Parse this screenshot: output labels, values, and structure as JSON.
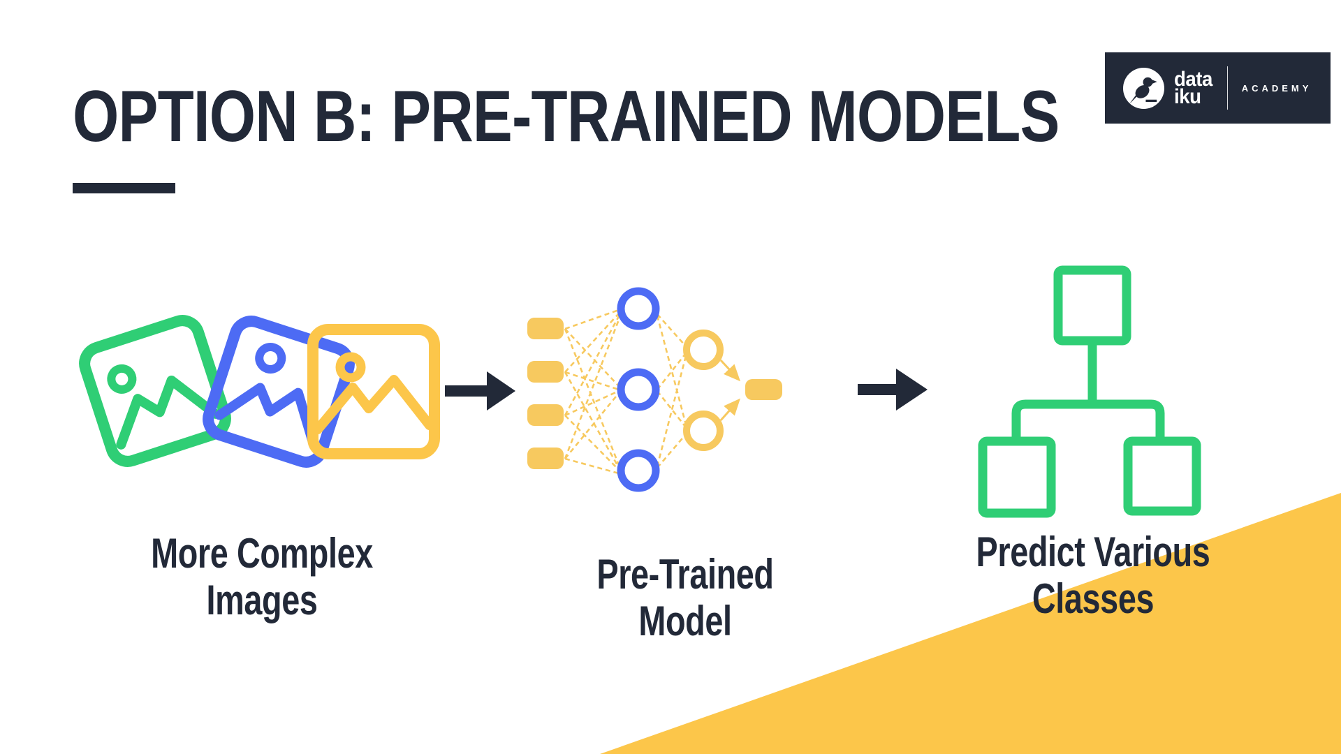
{
  "slide": {
    "title": "OPTION B: PRE-TRAINED MODELS",
    "flow": {
      "left_label_line1": "More Complex",
      "left_label_line2": "Images",
      "middle_label": "Pre-Trained Model",
      "right_label_line1": "Predict Various",
      "right_label_line2": "Classes"
    },
    "steps": [
      {
        "icon": "images-stack-icon",
        "label": "More Complex Images"
      },
      {
        "icon": "neural-network-icon",
        "label": "Pre-Trained Model"
      },
      {
        "icon": "class-tree-icon",
        "label": "Predict Various Classes"
      }
    ]
  },
  "logo": {
    "brand_top": "data",
    "brand_bottom": "iku",
    "program": "ACADEMY",
    "icon": "dataiku-bird-icon"
  },
  "decorations": [
    {
      "icon": "corner-triangle-decoration",
      "color": "#FCC64A"
    },
    {
      "icon": "flow-arrow-icon",
      "count": 2,
      "color": "#222938"
    }
  ],
  "colors": {
    "navy": "#222938",
    "green": "#2FCE75",
    "blue": "#4D6BF4",
    "yellow": "#FCC64A",
    "yellow_soft": "#F7C95F",
    "background": "#FFFFFF"
  }
}
